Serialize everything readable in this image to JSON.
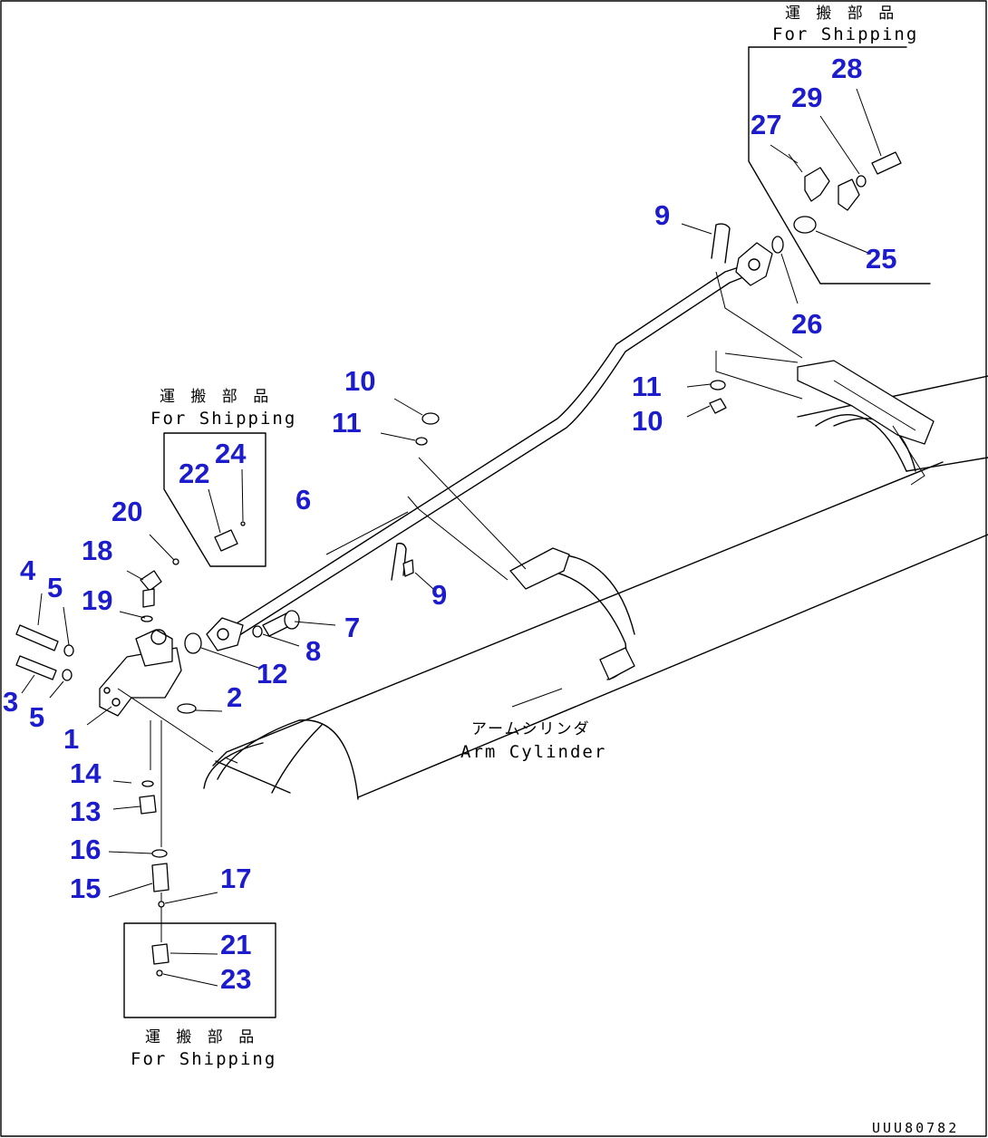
{
  "shipping_labels": [
    {
      "jp": "運 搬 部 品",
      "en": "For Shipping"
    },
    {
      "jp": "運 搬 部 品",
      "en": "For Shipping"
    },
    {
      "jp": "運 搬 部 品",
      "en": "For Shipping"
    }
  ],
  "arm_cylinder": {
    "jp": "アームシリンダ",
    "en": "Arm Cylinder"
  },
  "drawing_code": "UUU80782",
  "part_numbers": [
    "1",
    "2",
    "3",
    "4",
    "5",
    "5",
    "6",
    "7",
    "8",
    "9",
    "9",
    "10",
    "10",
    "11",
    "11",
    "12",
    "13",
    "14",
    "15",
    "16",
    "17",
    "18",
    "19",
    "20",
    "21",
    "22",
    "23",
    "24",
    "25",
    "26",
    "27",
    "28",
    "29"
  ],
  "colors": {
    "callout": "#1c1ccc",
    "line": "#000000",
    "background": "#ffffff"
  }
}
